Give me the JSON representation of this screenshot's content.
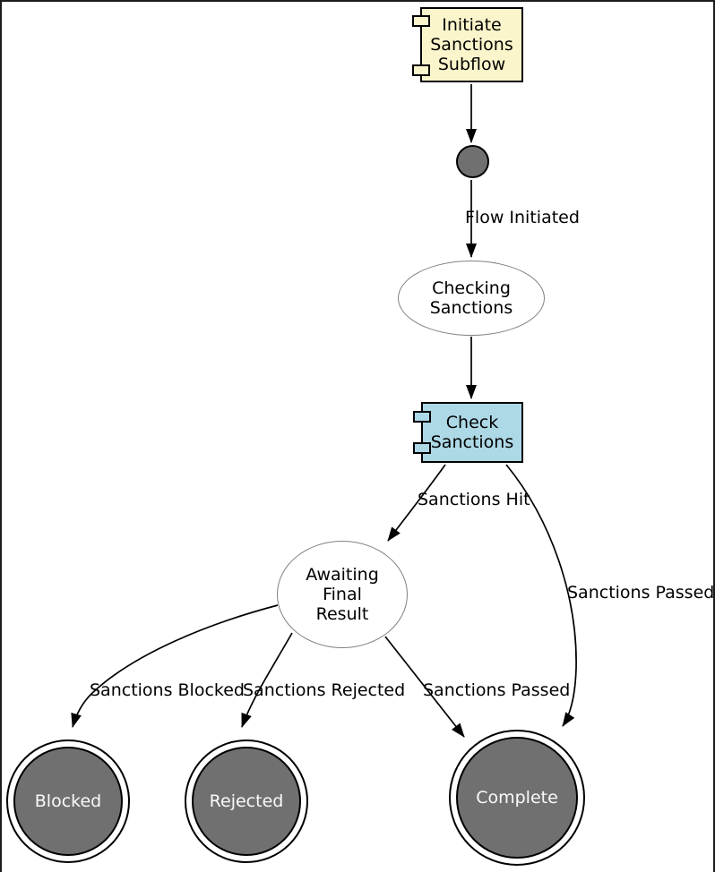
{
  "diagram_type": "state-machine-flow",
  "theme": {
    "component-fill": "#FBF5CB",
    "component2-fill": "#ADD8E6",
    "state-fill": "#707070",
    "ellipse-stroke": "#808080",
    "edge-color": "#000000",
    "final-text": "#FAFAFA",
    "frame-border": "#1C1C1C"
  },
  "nodes": {
    "initiate_subflow": "Initiate Sanctions Subflow",
    "initial_state": "initial",
    "checking_sanctions": "Checking Sanctions",
    "check_sanctions": "Check Sanctions",
    "awaiting_final_result": "Awaiting Final Result",
    "blocked": "Blocked",
    "rejected": "Rejected",
    "complete": "Complete"
  },
  "edges": [
    {
      "from": "Initiate Sanctions Subflow",
      "to": "initial",
      "label": ""
    },
    {
      "from": "initial",
      "to": "Checking Sanctions",
      "label": "Flow Initiated"
    },
    {
      "from": "Checking Sanctions",
      "to": "Check Sanctions",
      "label": ""
    },
    {
      "from": "Check Sanctions",
      "to": "Awaiting Final Result",
      "label": "Sanctions Hit"
    },
    {
      "from": "Check Sanctions",
      "to": "Complete",
      "label": "Sanctions Passed"
    },
    {
      "from": "Awaiting Final Result",
      "to": "Blocked",
      "label": "Sanctions Blocked"
    },
    {
      "from": "Awaiting Final Result",
      "to": "Rejected",
      "label": "Sanctions Rejected"
    },
    {
      "from": "Awaiting Final Result",
      "to": "Complete",
      "label": "Sanctions Passed"
    }
  ]
}
